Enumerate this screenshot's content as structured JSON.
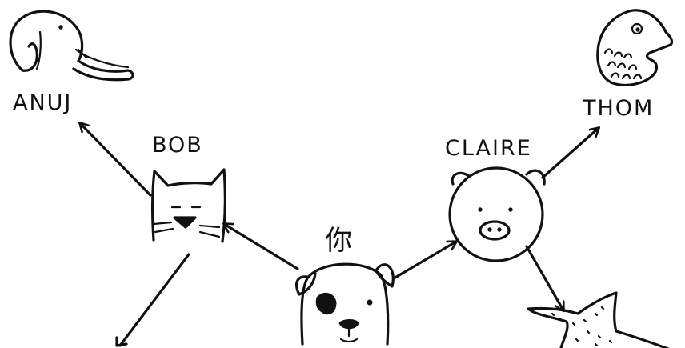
{
  "nodes": {
    "you": {
      "label": "你",
      "animal": "dog"
    },
    "bob": {
      "label": "BOB",
      "animal": "cat"
    },
    "claire": {
      "label": "CLAIRE",
      "animal": "pig"
    },
    "anuj": {
      "label": "ANUJ",
      "animal": "elephant"
    },
    "thom": {
      "label": "THOM",
      "animal": "fish"
    },
    "offscreen_claire_child": {
      "label": "",
      "animal": "starfish"
    }
  },
  "edges": [
    {
      "from": "you",
      "to": "bob"
    },
    {
      "from": "you",
      "to": "claire"
    },
    {
      "from": "bob",
      "to": "anuj"
    },
    {
      "from": "claire",
      "to": "thom"
    },
    {
      "from": "claire",
      "to": "offscreen_claire_child"
    },
    {
      "from": "bob",
      "to": "offscreen_bob_child"
    }
  ],
  "icons": [
    "elephant-icon",
    "fish-icon",
    "cat-icon",
    "pig-icon",
    "dog-icon",
    "starfish-icon",
    "arrow-icon"
  ]
}
